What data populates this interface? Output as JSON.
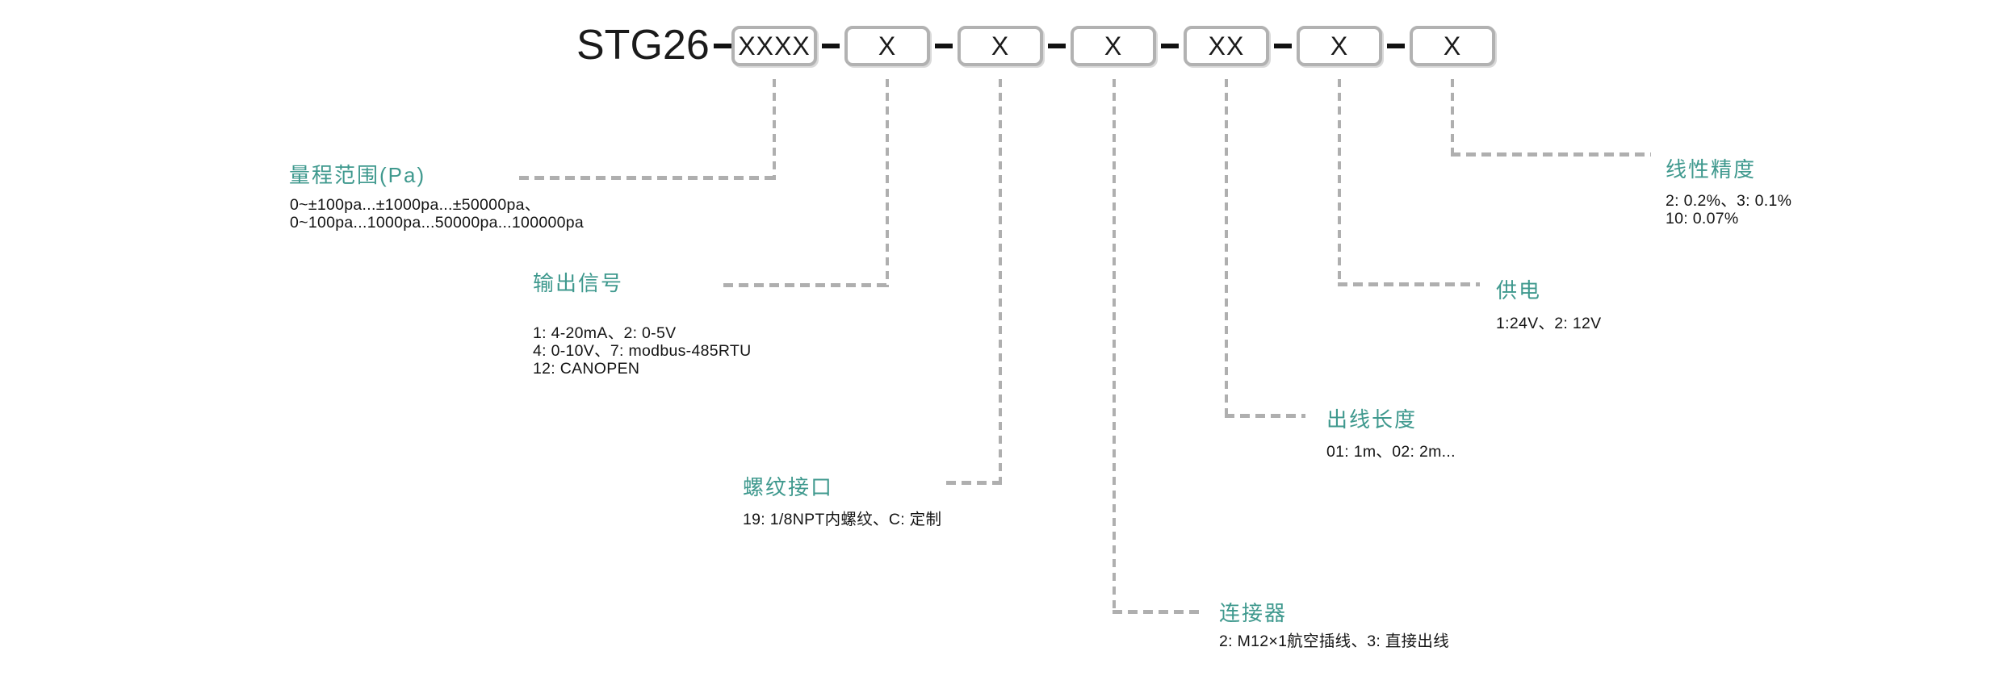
{
  "diagram": {
    "model": "STG26",
    "code_boxes": [
      "XXXX",
      "X",
      "X",
      "X",
      "XX",
      "X",
      "X"
    ],
    "fields": [
      {
        "key": "range",
        "label": "量程范围(Pa)",
        "lines": [
          "0~±100pa...±1000pa...±50000pa、",
          "0~100pa...1000pa...50000pa...100000pa"
        ]
      },
      {
        "key": "output-signal",
        "label": "输出信号",
        "lines": [
          "1: 4-20mA、2: 0-5V",
          "4: 0-10V、7: modbus-485RTU",
          "12: CANOPEN"
        ]
      },
      {
        "key": "thread-interface",
        "label": "螺纹接口",
        "lines": [
          "19: 1/8NPT内螺纹、C: 定制"
        ]
      },
      {
        "key": "connector",
        "label": "连接器",
        "lines": [
          "2: M12×1航空插线、3: 直接出线"
        ]
      },
      {
        "key": "cable-length",
        "label": "出线长度",
        "lines": [
          "01: 1m、02: 2m..."
        ]
      },
      {
        "key": "power-supply",
        "label": "供电",
        "lines": [
          "1:24V、2: 12V"
        ]
      },
      {
        "key": "linear-accuracy",
        "label": "线性精度",
        "lines": [
          "2: 0.2%、3: 0.1%",
          "10: 0.07%"
        ]
      }
    ],
    "colors": {
      "accent": "#3F998E",
      "connector_line": "#AFAFAF",
      "box_border": "#B2B2B2",
      "text": "#1A1A1A"
    }
  }
}
